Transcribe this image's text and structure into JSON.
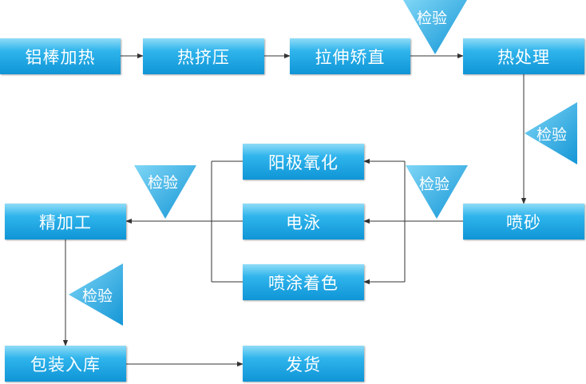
{
  "nodes": {
    "aluminum_rod_heating": "铝棒加热",
    "hot_extrusion": "热挤压",
    "stretch_straighten": "拉伸矫直",
    "heat_treatment": "热处理",
    "sandblasting": "喷砂",
    "anodizing": "阳极氧化",
    "electrophoresis": "电泳",
    "spray_coloring": "喷涂着色",
    "finishing": "精加工",
    "packing_storage": "包装入库",
    "shipping": "发货"
  },
  "inspection_label": "检验",
  "colors": {
    "box_top": "#8fdcf7",
    "box_bottom": "#0f95d6",
    "triangle": "#29aee8",
    "line": "#333333"
  }
}
